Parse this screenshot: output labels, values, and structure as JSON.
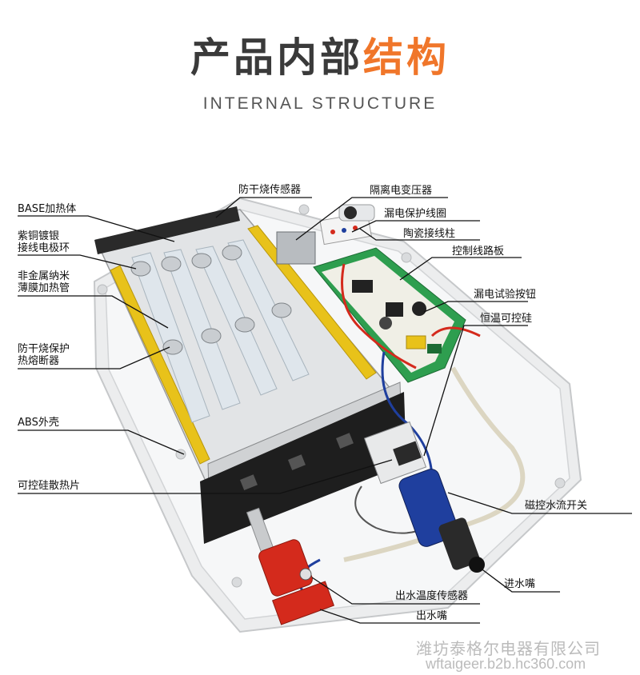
{
  "header": {
    "title_main": "产品内部",
    "title_accent": "结构",
    "subtitle": "INTERNAL STRUCTURE"
  },
  "labels": {
    "dry_sensor": "防干烧传感器",
    "isolation_transformer": "隔离电变压器",
    "leakage_coil": "漏电保护线圈",
    "ceramic_terminal": "陶瓷接线柱",
    "control_board": "控制线路板",
    "leak_test_button": "漏电试验按钮",
    "thermostat_scr": "恒温可控硅",
    "base_heater": "BASE加热体",
    "copper_line1": "紫铜镀银",
    "copper_line2": "接线电极环",
    "nonmetal_line1": "非金属纳米",
    "nonmetal_line2": "薄膜加热管",
    "fuse_line1": "防干烧保护",
    "fuse_line2": "热熔断器",
    "abs_shell": "ABS外壳",
    "scr_heatsink": "可控硅散热片",
    "magnetic_switch": "磁控水流开关",
    "water_inlet": "进水嘴",
    "outlet_temp_sensor": "出水温度传感器",
    "water_outlet": "出水嘴"
  },
  "watermark": {
    "company": "潍坊泰格尔电器有限公司",
    "url": "wftaigeer.b2b.hc360.com"
  },
  "colors": {
    "accent": "#f0762a",
    "title_dark": "#3a3a3a",
    "heater_yellow": "#e8c21a",
    "board_green": "#2e9e4f",
    "inlet_blue": "#1f3f9e",
    "outlet_red": "#d42a1c"
  }
}
